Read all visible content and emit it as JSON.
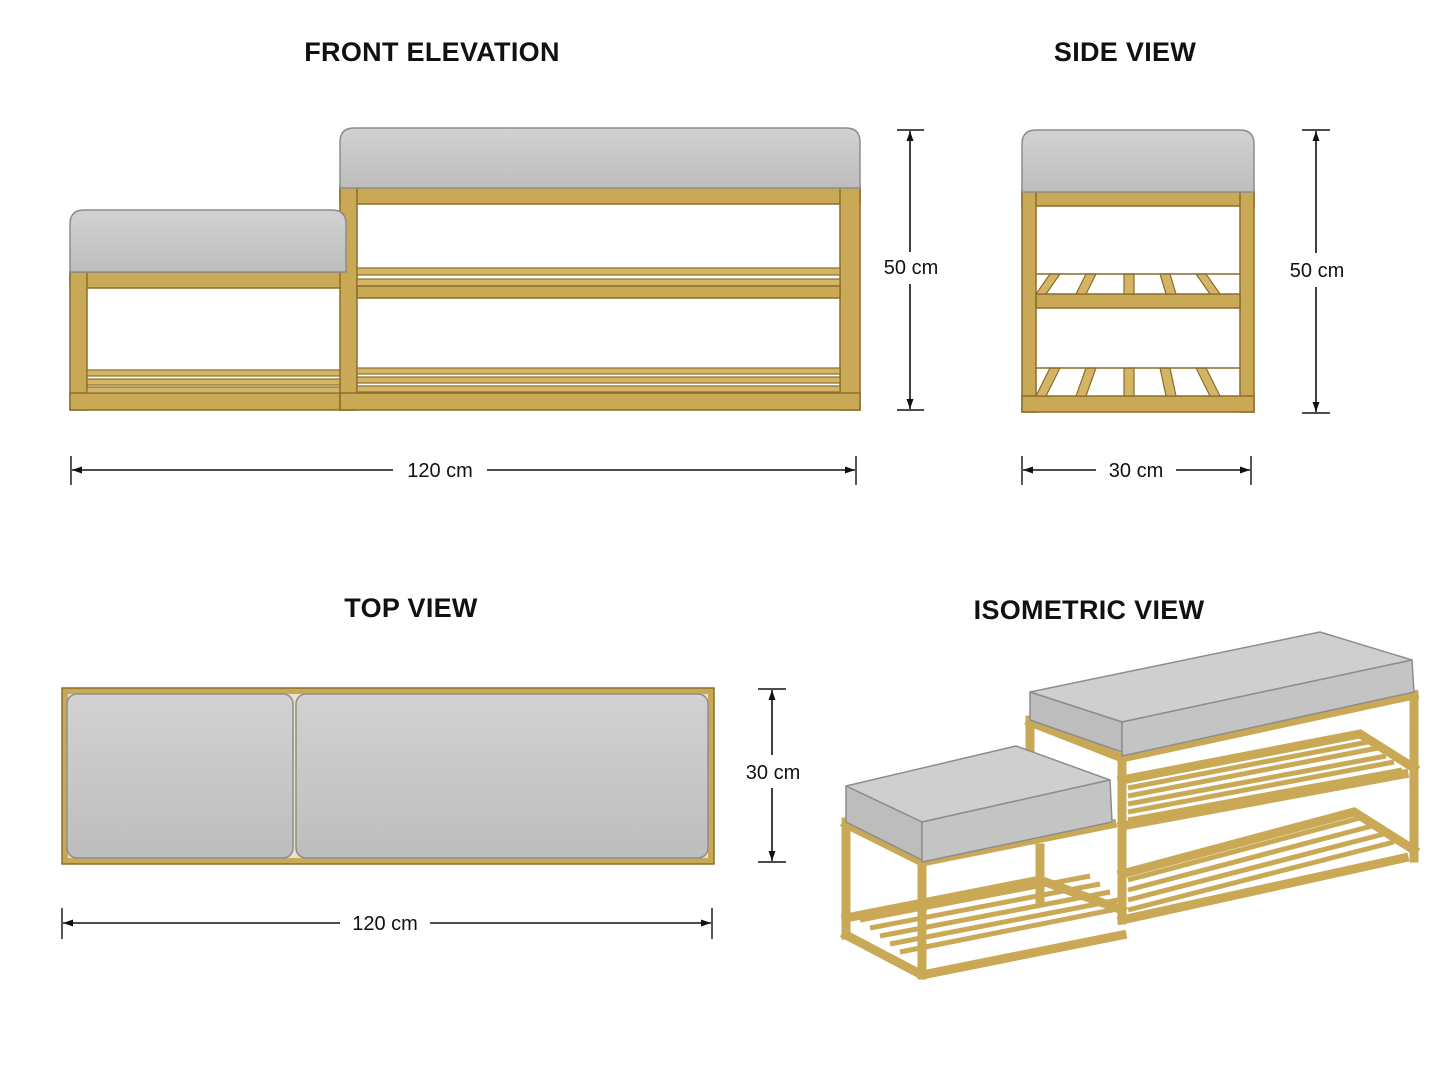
{
  "views": {
    "front": {
      "title": "FRONT ELEVATION",
      "height_label": "50 cm",
      "width_label": "120 cm"
    },
    "side": {
      "title": "SIDE VIEW",
      "height_label": "50 cm",
      "width_label": "30 cm"
    },
    "top": {
      "title": "TOP VIEW",
      "depth_label": "30 cm",
      "width_label": "120 cm"
    },
    "iso": {
      "title": "ISOMETRIC VIEW"
    }
  },
  "colors": {
    "frame": "#c9a956",
    "frame_edge": "#8a6d2a",
    "cushion": "#c9c9c9",
    "cushion_edge": "#8d8d8d",
    "dimension_line": "#111111"
  }
}
